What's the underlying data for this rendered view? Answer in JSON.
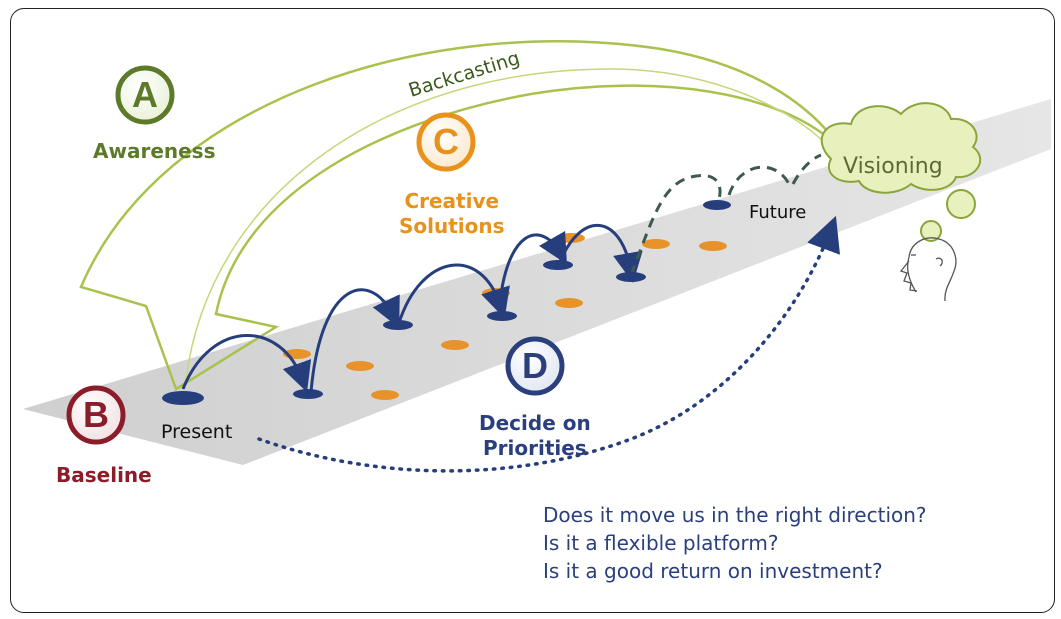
{
  "stages": {
    "awareness": {
      "letter": "A",
      "label": "Awareness",
      "color": "#5c7a2a"
    },
    "baseline": {
      "letter": "B",
      "label": "Baseline",
      "color": "#8b1c2a"
    },
    "creative": {
      "letter": "C",
      "label_line1": "Creative",
      "label_line2": "Solutions",
      "color": "#e8921c"
    },
    "decide": {
      "letter": "D",
      "label_line1": "Decide on",
      "label_line2": "Priorities",
      "color": "#2b3f7c"
    }
  },
  "path_labels": {
    "present": "Present",
    "future": "Future",
    "backcasting": "Backcasting",
    "visioning": "Visioning"
  },
  "questions": [
    "Does it move us in the right direction?",
    "Is it a flexible platform?",
    "Is it a good return on investment?"
  ],
  "colors": {
    "navy": "#263e7c",
    "orange": "#e8922a",
    "green": "#8aa53a",
    "road": "#d6d6d6",
    "cloud": "#e8f0bd"
  }
}
